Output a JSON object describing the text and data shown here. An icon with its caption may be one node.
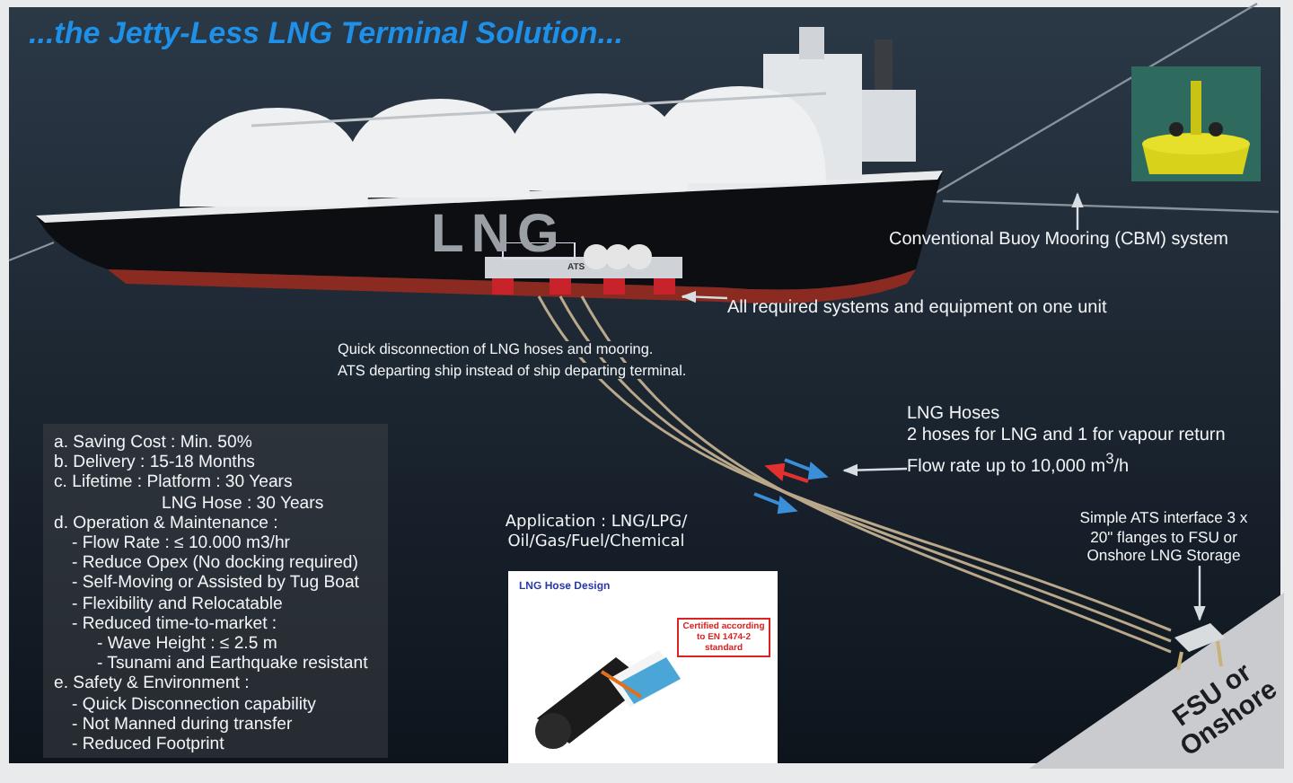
{
  "diagram": {
    "title": "...the Jetty-Less LNG Terminal Solution...",
    "nodes": [
      {
        "text": [
          "Conventional Buoy Mooring (CBM) system"
        ]
      },
      {
        "text": [
          "All required systems and equipment on one unit"
        ]
      },
      {
        "text": [],
        "shape": "picture"
      },
      {
        "text": [
          "LNG Hoses",
          "2 hoses for LNG and 1 for vapour return",
          "Flow rate up to 10,000 m$^{3}$/h"
        ]
      },
      {
        "text": [
          "Simple ATS interface 3 x 20\" flanges to FSU or Onshore LNG Storage"
        ]
      },
      {
        "text": [],
        "shape": "picture"
      },
      {
        "text": [
          "FSU or Onshore"
        ]
      },
      {
        "text": [
          "a. Saving Cost : Min. 50%",
          "b. Delivery : 15-18 Months",
          "c. Lifetime : Platform : 30 Years",
          "LNG Hose : 30 Years",
          "d. Operation & Maintenance :",
          "- Flow Rate : ≤ 10.000 m3/hr",
          "- Reduce Opex (No docking required)",
          "- Self-Moving or Assisted by Tug Boat",
          "- Flexibility and Relocatable",
          "- Reduced time-to-market :",
          "- Wave Height : ≤ 2.5 m",
          "- Tsunami and Earthquake resistant",
          "e. Safety & Environment :",
          "- Quick Disconnection capability",
          "- Not Manned during transfer",
          "- Reduced Footprint"
        ]
      },
      {
        "text": [
          "LNG Hose Design",
          "Certified according to EN 1474-2 standard"
        ]
      }
    ],
    "edges": [
      {
        "from": 0,
        "to": null,
        "arrow": "to"
      },
      {
        "from": 1,
        "to": 2,
        "arrow": "to"
      },
      {
        "from": 3,
        "to": null,
        "arrow": "to"
      },
      {
        "from": 4,
        "to": 5,
        "arrow": "to"
      },
      {
        "from": 2,
        "to": 5,
        "arrow": "none",
        "color": "#b9a88a"
      },
      {
        "from": 2,
        "to": 5,
        "arrow": "none",
        "color": "#b9a88a"
      },
      {
        "from": 2,
        "to": 5,
        "arrow": "none",
        "color": "#b9a88a"
      }
    ],
    "labels": [
      "LNG",
      "ATS",
      "Quick disconnection of LNG hoses and mooring.",
      "ATS departing ship instead of ship departing terminal.",
      "Application : LNG/LPG/ Oil/Gas/Fuel/Chemical"
    ]
  }
}
